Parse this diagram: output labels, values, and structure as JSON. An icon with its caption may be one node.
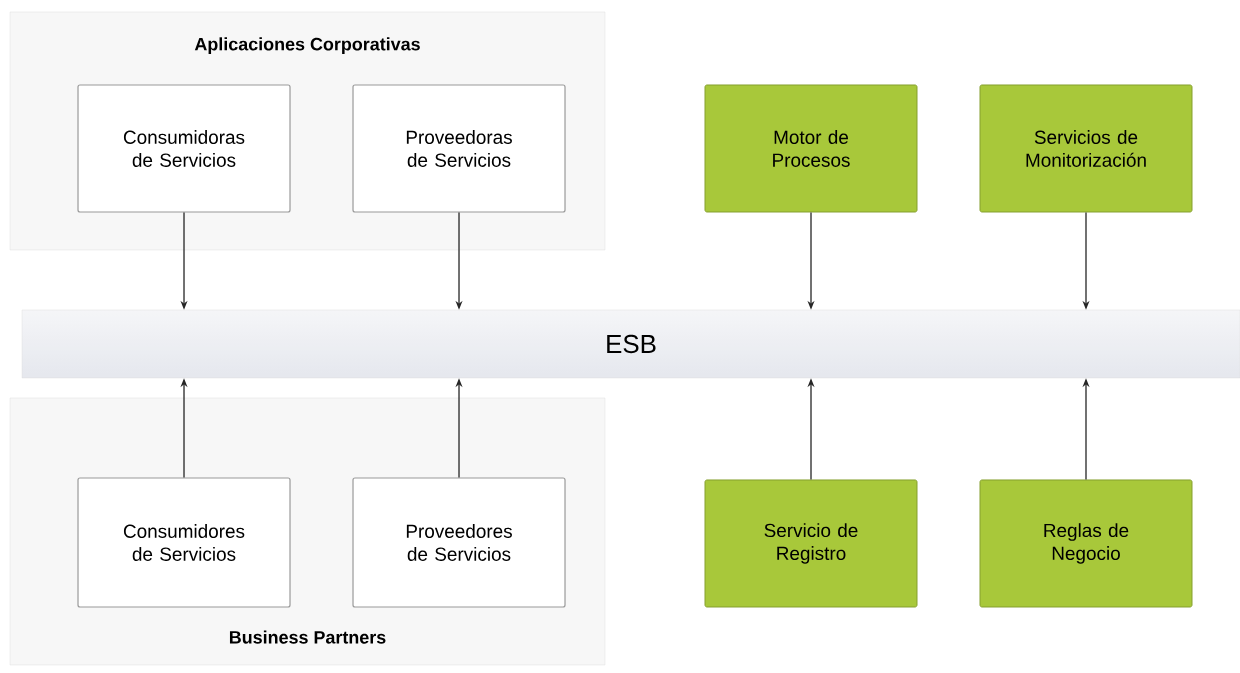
{
  "diagram": {
    "nodes": [
      {
        "text": [
          "Aplicaciones Corporativas"
        ]
      },
      {
        "text": [
          "Consumidoras de Servicios"
        ],
        "in": 0
      },
      {
        "text": [
          "Proveedoras de Servicios"
        ],
        "in": 0
      },
      {
        "text": [
          "Motor de Procesos"
        ]
      },
      {
        "text": [
          "Servicios de Monitorización"
        ]
      },
      {
        "text": [
          "ESB"
        ]
      },
      {
        "text": [
          "Business Partners"
        ]
      },
      {
        "text": [
          "Consumidores de Servicios"
        ],
        "in": 6
      },
      {
        "text": [
          "Proveedores de Servicios"
        ],
        "in": 6
      },
      {
        "text": [
          "Servicio de Registro"
        ]
      },
      {
        "text": [
          "Reglas de Negocio"
        ]
      }
    ],
    "edges": [
      {
        "from": 1,
        "to": 5,
        "arrow": "to"
      },
      {
        "from": 2,
        "to": 5,
        "arrow": "to"
      },
      {
        "from": 3,
        "to": 5,
        "arrow": "to"
      },
      {
        "from": 4,
        "to": 5,
        "arrow": "to"
      },
      {
        "from": 7,
        "to": 5,
        "arrow": "to"
      },
      {
        "from": 8,
        "to": 5,
        "arrow": "to"
      },
      {
        "from": 9,
        "to": 5,
        "arrow": "to"
      },
      {
        "from": 10,
        "to": 5,
        "arrow": "to"
      }
    ]
  }
}
